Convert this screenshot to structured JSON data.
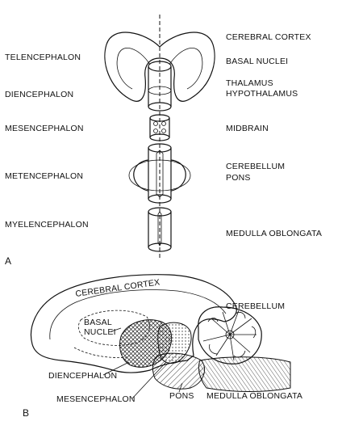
{
  "panel_a": {
    "panel_label": "A",
    "left_labels": {
      "telencephalon": "TELENCEPHALON",
      "diencephalon": "DIENCEPHALON",
      "mesencephalon": "MESENCEPHALON",
      "metencephalon": "METENCEPHALON",
      "myelencephalon": "MYELENCEPHALON"
    },
    "right_labels": {
      "cerebral_cortex": "CEREBRAL CORTEX",
      "basal_nuclei": "BASAL NUCLEI",
      "thalamus": "THALAMUS",
      "hypothalamus": "HYPOTHALAMUS",
      "midbrain": "MIDBRAIN",
      "cerebellum": "CEREBELLUM",
      "pons": "PONS",
      "medulla": "MEDULLA OBLONGATA"
    }
  },
  "panel_b": {
    "panel_label": "B",
    "labels": {
      "cerebral_cortex": "CEREBRAL CORTEX",
      "cerebellum": "CEREBELLUM",
      "basal": "BASAL",
      "nuclei": "NUCLEI",
      "diencephalon": "DIENCEPHALON",
      "mesencephalon": "MESENCEPHALON",
      "pons": "PONS",
      "medulla": "MEDULLA OBLONGATA"
    }
  }
}
